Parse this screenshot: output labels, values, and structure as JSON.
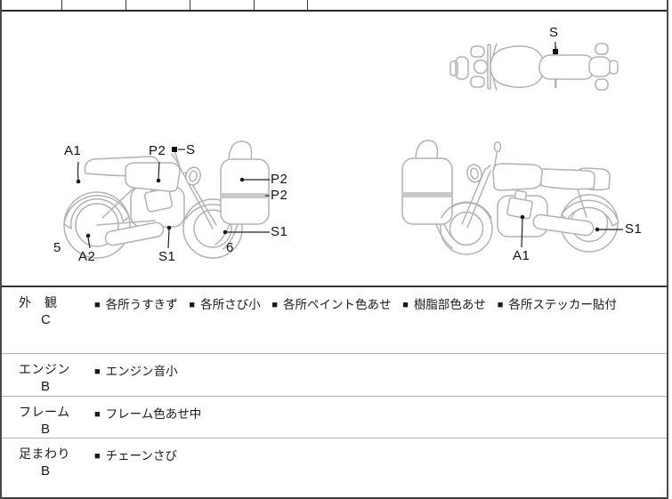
{
  "sheet": {
    "bullet": "■",
    "rows": [
      {
        "category": "外　観",
        "grade": "C",
        "items": [
          "各所うすきず",
          "各所さび小",
          "各所ペイント色あせ",
          "樹脂部色あせ",
          "各所ステッカー貼付"
        ]
      },
      {
        "category": "エンジン",
        "grade": "B",
        "items": [
          "エンジン音小"
        ]
      },
      {
        "category": "フレーム",
        "grade": "B",
        "items": [
          "フレーム色あせ中"
        ]
      },
      {
        "category": "足まわり",
        "grade": "B",
        "items": [
          "チェーンさび"
        ]
      }
    ]
  },
  "diagram": {
    "line_color": "#b2b2b2",
    "marker_color": "#111111",
    "top_view": {
      "seat_marker": "S"
    },
    "left_view": {
      "rear_seat": "A1",
      "tank": "P2",
      "handlebar": "S",
      "cowl_upper": "P2",
      "cowl_lower": "P2",
      "front_wheel": "S1",
      "rear_number": "5",
      "muffler": "A2",
      "under_engine": "S1",
      "front_number": "6"
    },
    "right_view": {
      "engine": "A1",
      "rear_wheel": "S1"
    }
  }
}
